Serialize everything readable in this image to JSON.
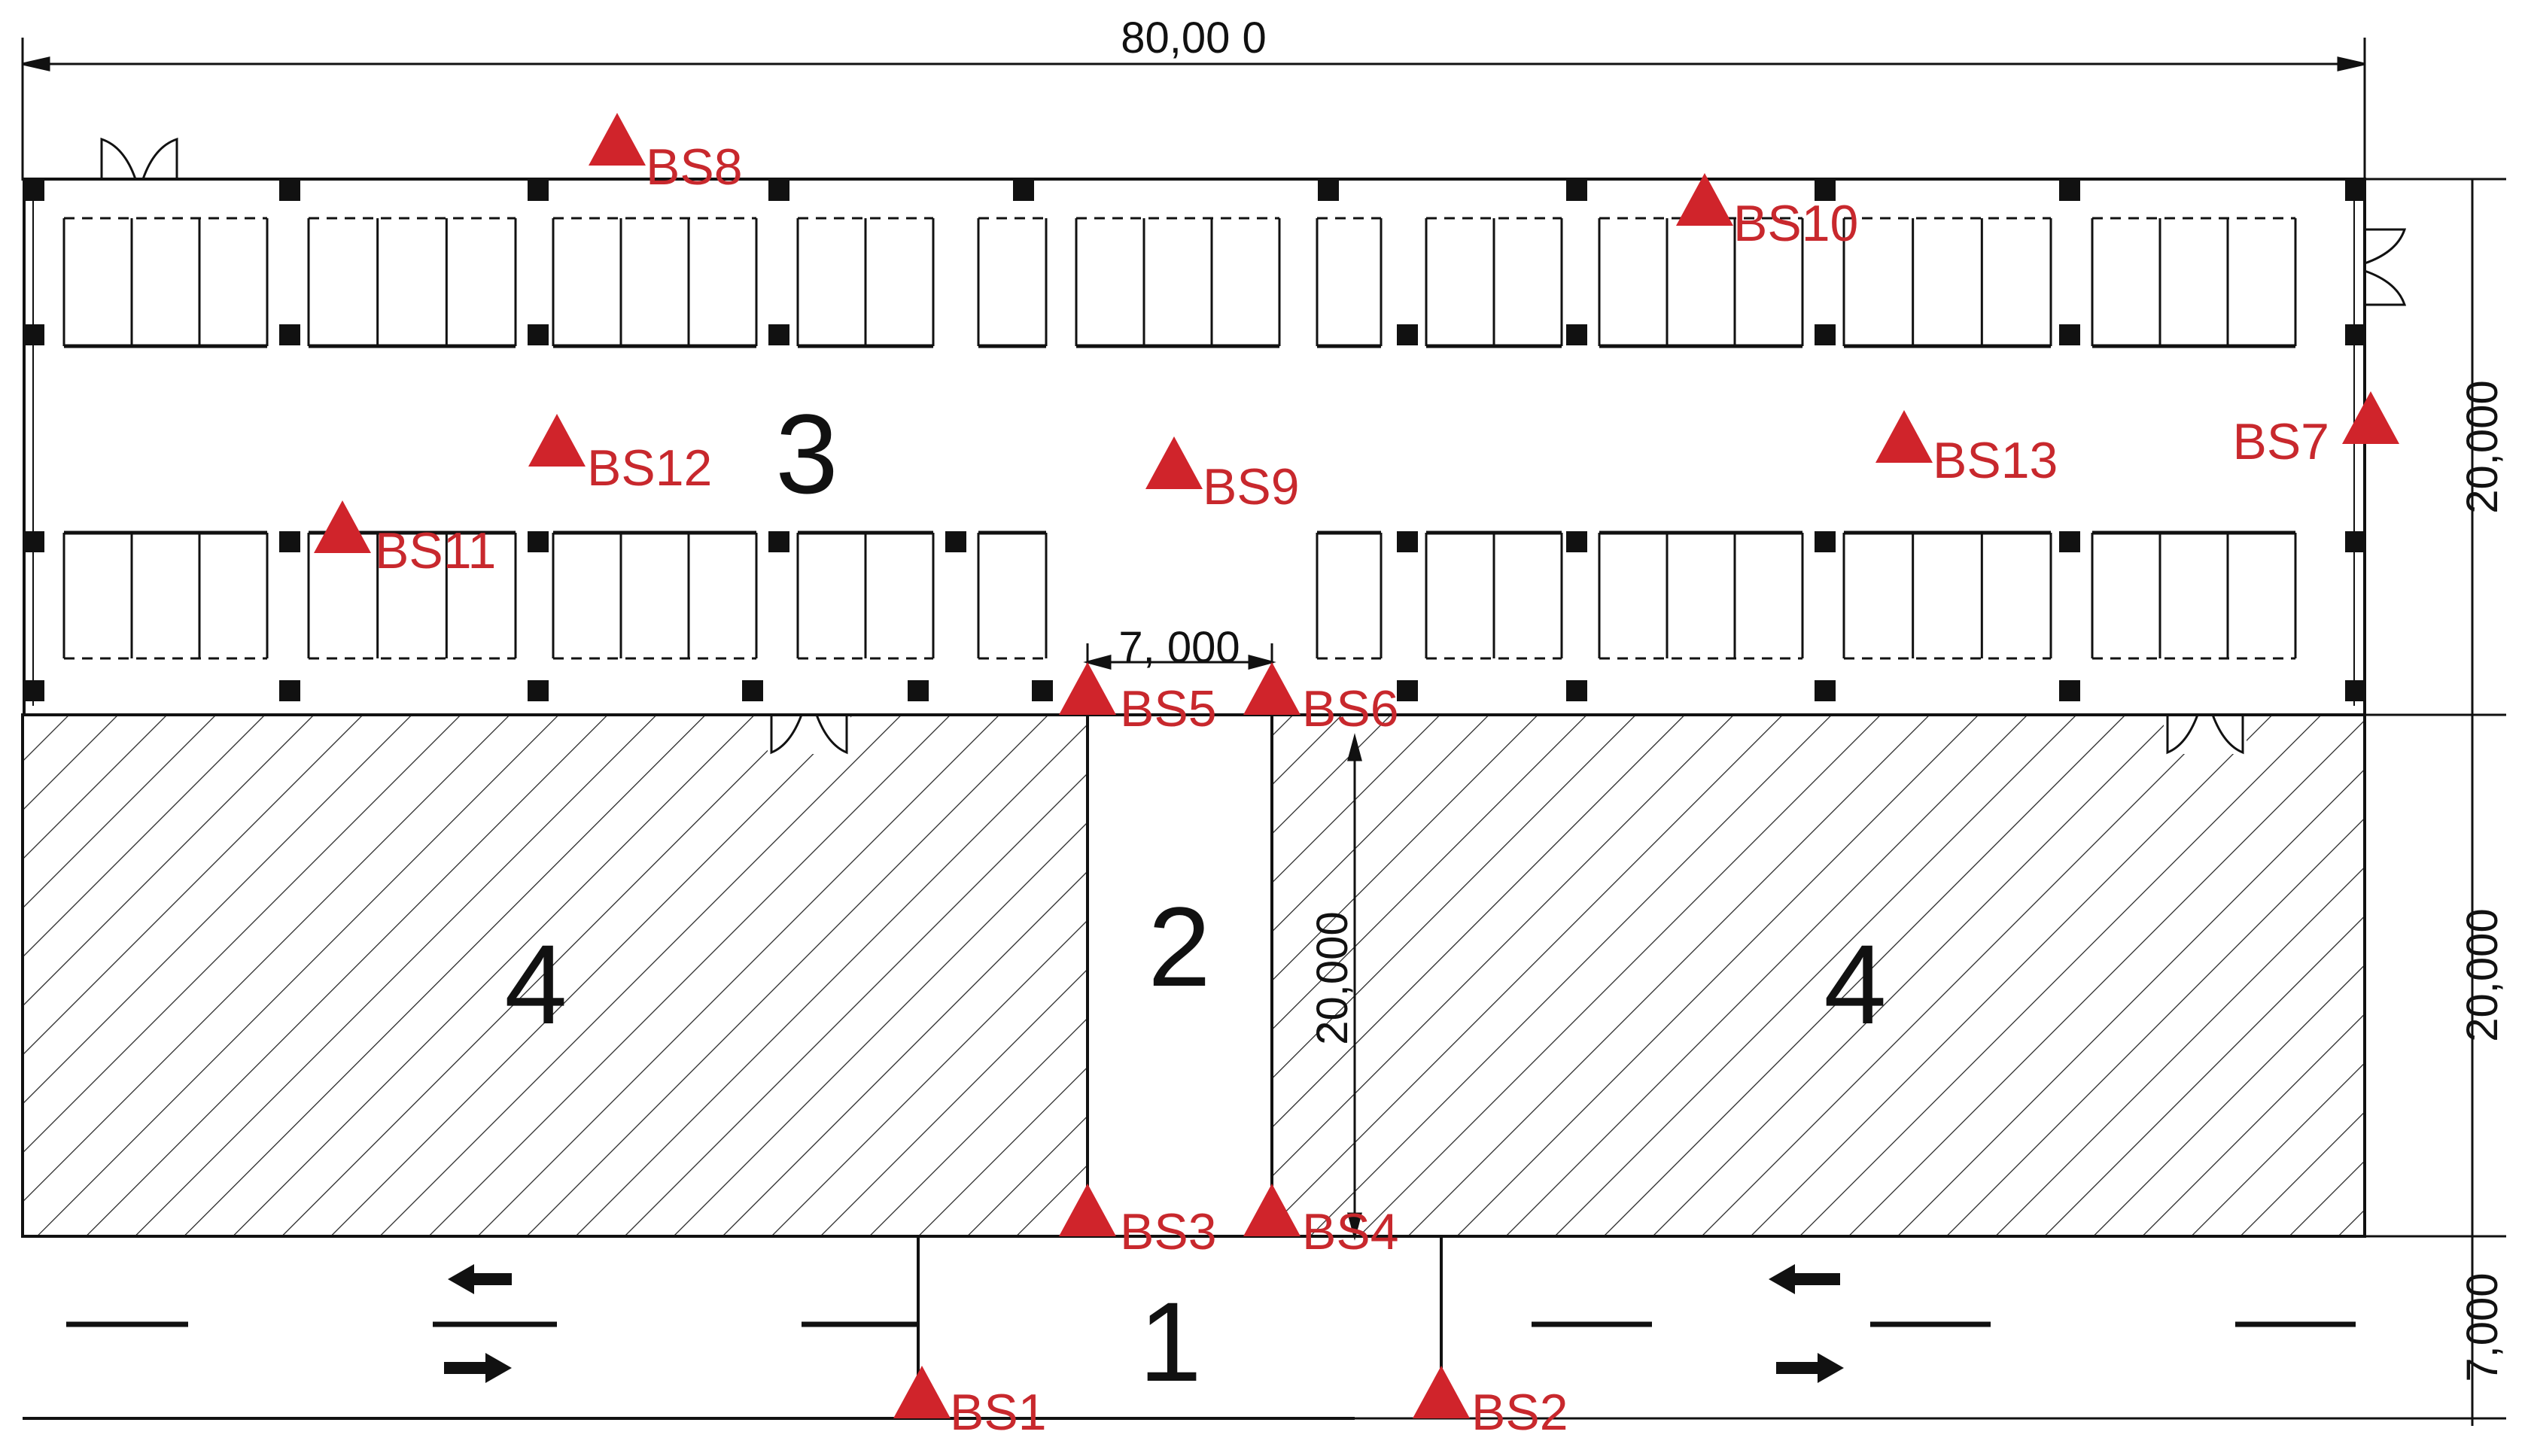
{
  "dimensions": {
    "top_width": "80,00 0",
    "right_upper": "20,000",
    "right_middle": "20,000",
    "right_lower": "7,000",
    "passage_width": "7, 000",
    "passage_length": "20,000"
  },
  "zones": {
    "road": "1",
    "passage": "2",
    "building": "3",
    "hatched_left": "4",
    "hatched_right": "4"
  },
  "stations": [
    {
      "id": "BS1"
    },
    {
      "id": "BS2"
    },
    {
      "id": "BS3"
    },
    {
      "id": "BS4"
    },
    {
      "id": "BS5"
    },
    {
      "id": "BS6"
    },
    {
      "id": "BS7"
    },
    {
      "id": "BS8"
    },
    {
      "id": "BS9"
    },
    {
      "id": "BS10"
    },
    {
      "id": "BS11"
    },
    {
      "id": "BS12"
    },
    {
      "id": "BS13"
    }
  ],
  "colors": {
    "marker": "#d0242b",
    "line": "#111111"
  }
}
